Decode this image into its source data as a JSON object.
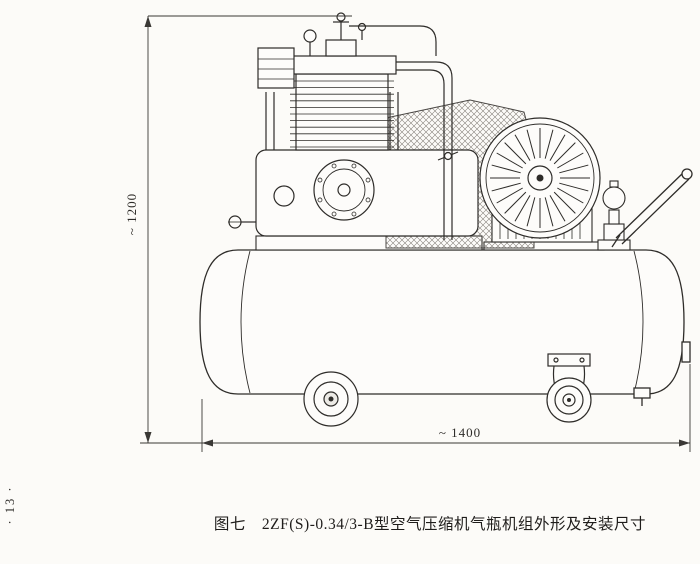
{
  "figure": {
    "caption": "图七　2ZF(S)-0.34/3-B型空气压缩机气瓶机组外形及安装尺寸",
    "page_number": "· 13 ·"
  },
  "dimensions": {
    "height_label": "~ 1200",
    "length_label": "~ 1400"
  },
  "colors": {
    "ink": "#2e2c29",
    "paper": "#fcfbf8"
  }
}
